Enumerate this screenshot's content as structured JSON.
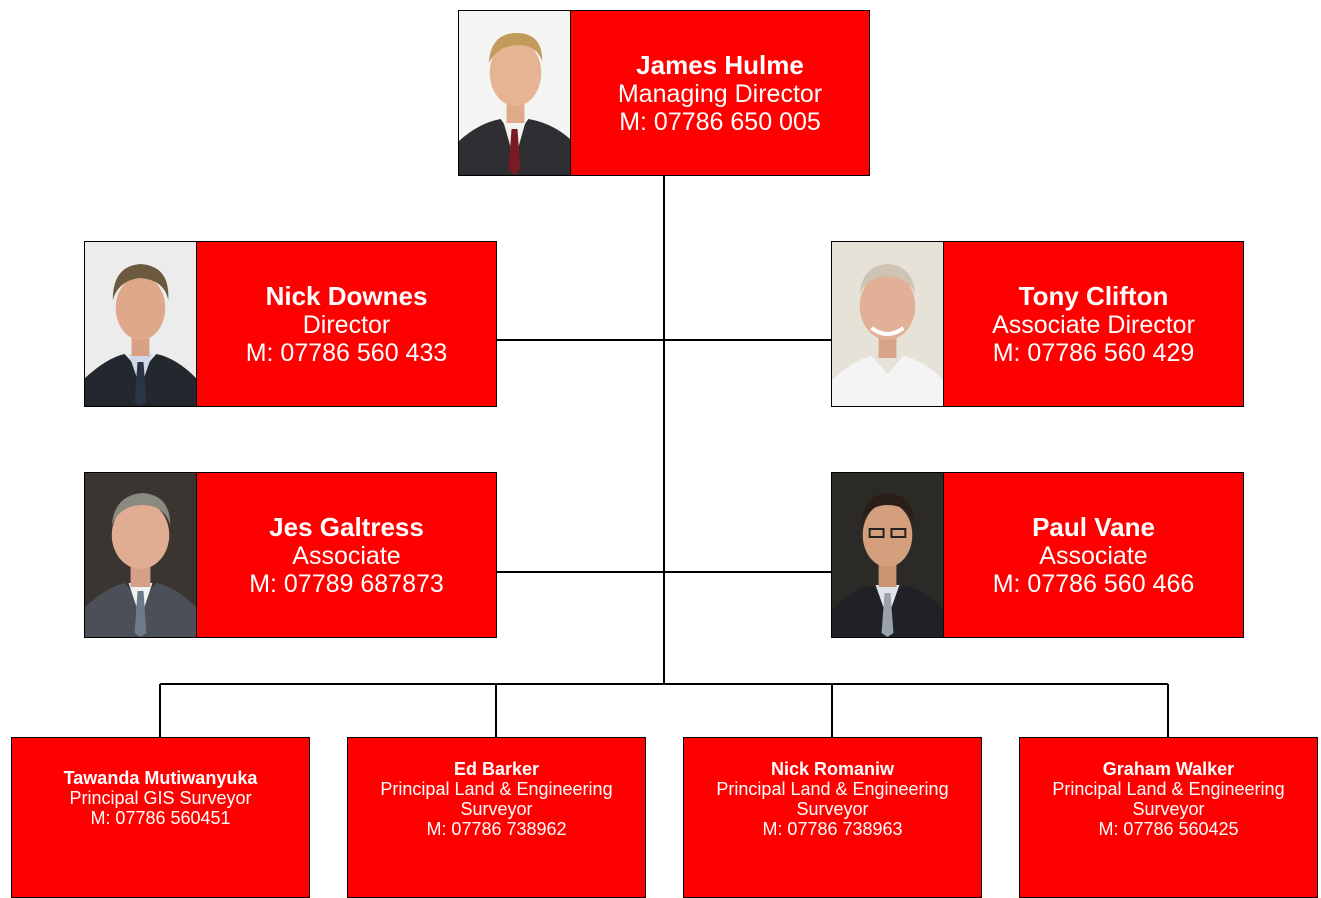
{
  "colors": {
    "card": "#ff0000",
    "text": "#ffffff",
    "border": "#000000",
    "connector": "#000000"
  },
  "top": {
    "name": "James Hulme",
    "role": "Managing Director",
    "phone": "M: 07786 650 005"
  },
  "directors": [
    {
      "name": "Nick Downes",
      "role": "Director",
      "phone": "M: 07786 560 433"
    },
    {
      "name": "Tony Clifton",
      "role": "Associate Director",
      "phone": "M: 07786 560 429"
    }
  ],
  "associates": [
    {
      "name": "Jes Galtress",
      "role": "Associate",
      "phone": "M: 07789 687873"
    },
    {
      "name": "Paul Vane",
      "role": "Associate",
      "phone": "M: 07786 560 466"
    }
  ],
  "surveyors": [
    {
      "name": "Tawanda Mutiwanyuka",
      "role_lines": [
        "Principal GIS Surveyor"
      ],
      "phone": "M: 07786 560451"
    },
    {
      "name": "Ed Barker",
      "role_lines": [
        "Principal Land & Engineering",
        "Surveyor"
      ],
      "phone": "M: 07786 738962"
    },
    {
      "name": "Nick Romaniw",
      "role_lines": [
        "Principal Land & Engineering",
        "Surveyor"
      ],
      "phone": "M: 07786 738963"
    },
    {
      "name": "Graham Walker",
      "role_lines": [
        "Principal Land & Engineering",
        "Surveyor"
      ],
      "phone": "M: 07786 560425"
    }
  ]
}
